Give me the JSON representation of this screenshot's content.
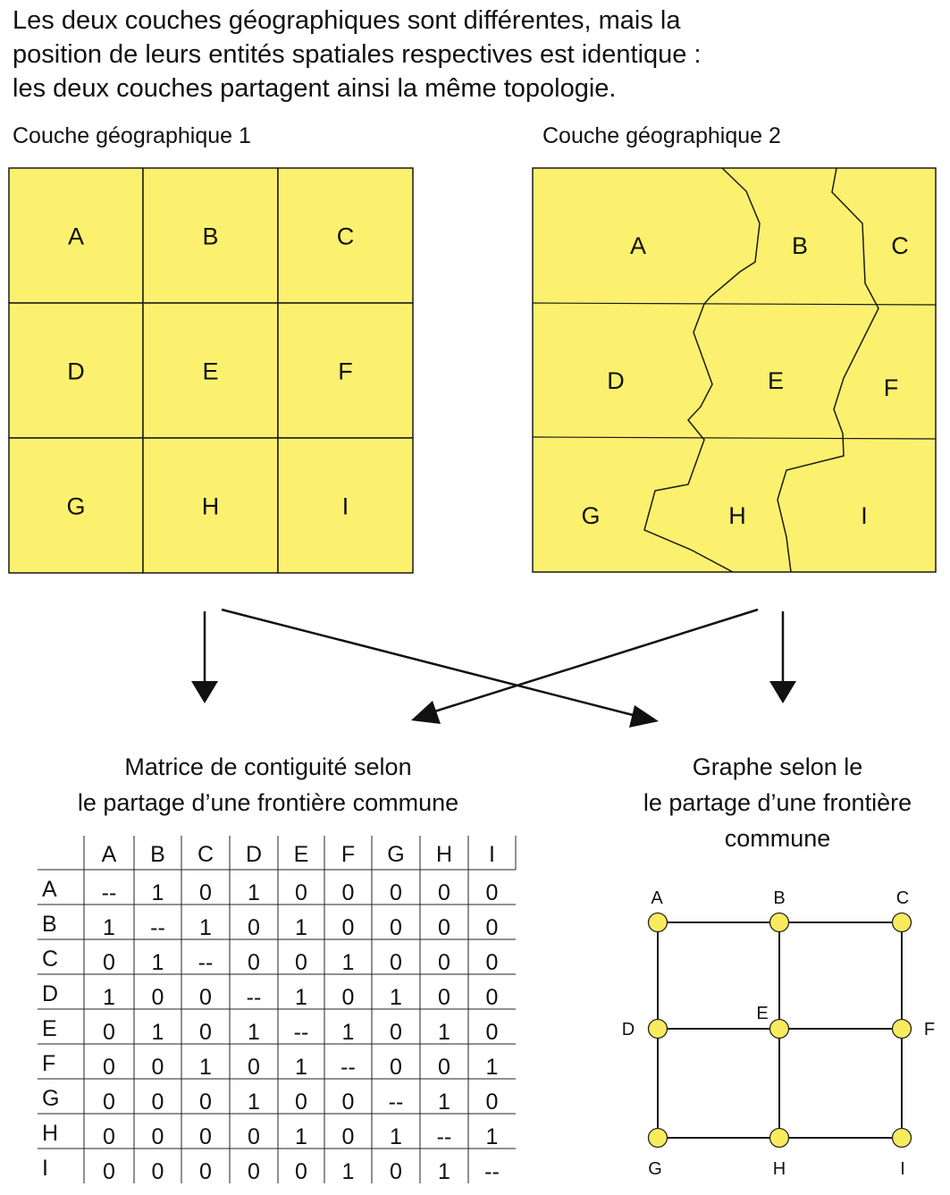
{
  "intro": {
    "lines": [
      "Les deux couches géographiques sont différentes, mais la",
      "position de leurs entités spatiales respectives est identique :",
      "les deux couches partagent ainsi la même topologie."
    ]
  },
  "layer1": {
    "label": "Couche géographique 1",
    "cells": [
      "A",
      "B",
      "C",
      "D",
      "E",
      "F",
      "G",
      "H",
      "I"
    ]
  },
  "layer2": {
    "label": "Couche géographique 2",
    "cells": [
      "A",
      "B",
      "C",
      "D",
      "E",
      "F",
      "G",
      "H",
      "I"
    ]
  },
  "colors": {
    "fill": "#fbf16f",
    "stroke": "#1a1a1a",
    "node": "#f8eb5e"
  },
  "matrix": {
    "title_lines": [
      "Matrice de contiguité selon",
      "le partage d’une frontière commune"
    ],
    "headers": [
      "A",
      "B",
      "C",
      "D",
      "E",
      "F",
      "G",
      "H",
      "I"
    ],
    "rows": [
      {
        "label": "A",
        "values": [
          "--",
          "1",
          "0",
          "1",
          "0",
          "0",
          "0",
          "0",
          "0"
        ]
      },
      {
        "label": "B",
        "values": [
          "1",
          "--",
          "1",
          "0",
          "1",
          "0",
          "0",
          "0",
          "0"
        ]
      },
      {
        "label": "C",
        "values": [
          "0",
          "1",
          "--",
          "0",
          "0",
          "1",
          "0",
          "0",
          "0"
        ]
      },
      {
        "label": "D",
        "values": [
          "1",
          "0",
          "0",
          "--",
          "1",
          "0",
          "1",
          "0",
          "0"
        ]
      },
      {
        "label": "E",
        "values": [
          "0",
          "1",
          "0",
          "1",
          "--",
          "1",
          "0",
          "1",
          "0"
        ]
      },
      {
        "label": "F",
        "values": [
          "0",
          "0",
          "1",
          "0",
          "1",
          "--",
          "0",
          "0",
          "1"
        ]
      },
      {
        "label": "G",
        "values": [
          "0",
          "0",
          "0",
          "1",
          "0",
          "0",
          "--",
          "1",
          "0"
        ]
      },
      {
        "label": "H",
        "values": [
          "0",
          "0",
          "0",
          "0",
          "1",
          "0",
          "1",
          "--",
          "1"
        ]
      },
      {
        "label": "I",
        "values": [
          "0",
          "0",
          "0",
          "0",
          "0",
          "1",
          "0",
          "1",
          "--"
        ]
      }
    ]
  },
  "graph": {
    "title_lines": [
      "Graphe selon le",
      "le partage d’une frontière",
      "commune"
    ],
    "nodes": [
      "A",
      "B",
      "C",
      "D",
      "E",
      "F",
      "G",
      "H",
      "I"
    ],
    "edges": [
      [
        "A",
        "B"
      ],
      [
        "B",
        "C"
      ],
      [
        "A",
        "D"
      ],
      [
        "B",
        "E"
      ],
      [
        "C",
        "F"
      ],
      [
        "D",
        "E"
      ],
      [
        "E",
        "F"
      ],
      [
        "D",
        "G"
      ],
      [
        "E",
        "H"
      ],
      [
        "F",
        "I"
      ],
      [
        "G",
        "H"
      ],
      [
        "H",
        "I"
      ]
    ]
  }
}
